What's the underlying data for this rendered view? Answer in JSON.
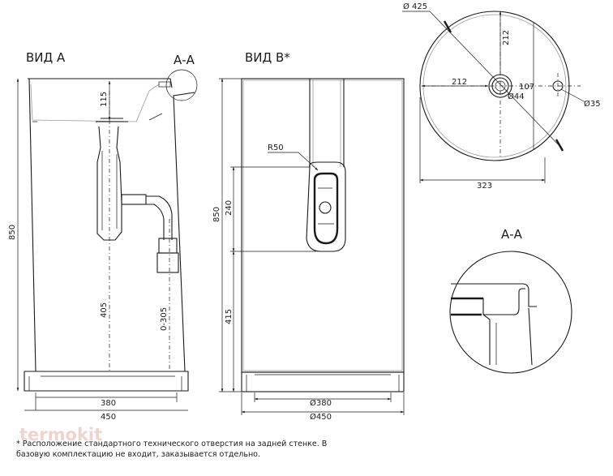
{
  "views": {
    "view_a": {
      "title": "ВИД А",
      "section_tag": "А-А",
      "dims": {
        "height": "850",
        "top": "115",
        "siphon": "405",
        "pipe": "0-305",
        "inner_width": "380",
        "outer_width": "450"
      }
    },
    "view_b": {
      "title": "ВИД В*",
      "dims": {
        "height": "850",
        "hole_height": "240",
        "hole_bottom": "415",
        "radius": "R50",
        "inner_width": "Ø380",
        "outer_width": "Ø450"
      }
    },
    "plan": {
      "dims": {
        "diameter": "Ø 425",
        "up": "212",
        "left": "212",
        "right": "107",
        "drain": "Ø44",
        "tap_hole": "Ø35",
        "depth": "323"
      }
    },
    "section": {
      "title": "А-А"
    }
  },
  "footnote": {
    "line1": "* Расположение стандартного технического отверстия на задней стенке. В",
    "line2": "базовую комплектацию не входит, заказывается отдельно."
  },
  "watermark": "termokit"
}
